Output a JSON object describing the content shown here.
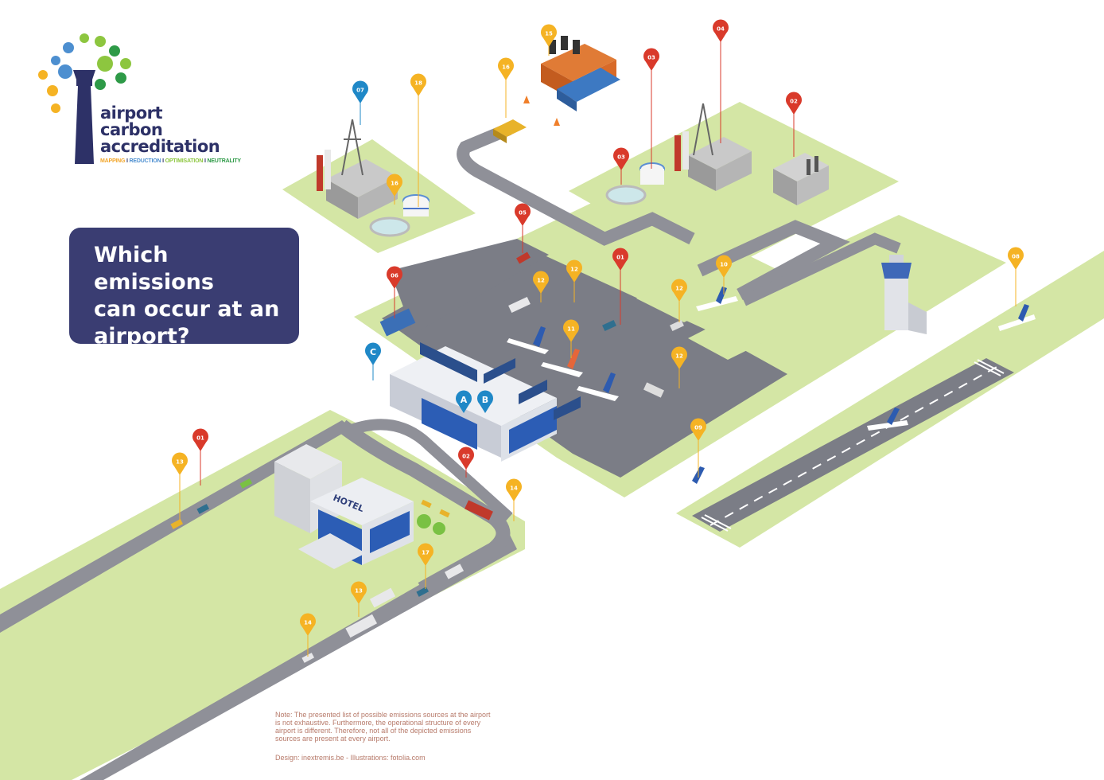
{
  "logo": {
    "line1": "airport",
    "line2": "carbon",
    "line3": "accreditation",
    "tagline": [
      {
        "text": "MAPPING",
        "color": "#f2a62b"
      },
      {
        "text": " I ",
        "color": "#2d3167"
      },
      {
        "text": "REDUCTION",
        "color": "#4d8fd0"
      },
      {
        "text": " I ",
        "color": "#2d3167"
      },
      {
        "text": "OPTIMISATION",
        "color": "#8dc63f"
      },
      {
        "text": " I ",
        "color": "#2d3167"
      },
      {
        "text": "NEUTRALITY",
        "color": "#2e9a47"
      }
    ]
  },
  "title_lines": [
    "Which emissions",
    "can occur at an",
    "airport?"
  ],
  "hotel_sign": "HOTEL",
  "note_text": "Note: The presented list of possible emissions sources at the airport is not exhaustive. Furthermore, the operational structure of every airport is different. Therefore, not all of the depicted emissions sources are present at every airport.",
  "credit_text": "Design: inextremis.be - Illustrations: fotolia.com",
  "colors": {
    "scope1_red": "#d93a2b",
    "scope2_blue": "#1f88c7",
    "scope3_orange": "#f5b324",
    "grass": "#d4e6a5",
    "tarmac": "#7b7d86",
    "road": "#8f9098",
    "title_bg": "#3a3d72"
  },
  "markers": [
    {
      "label": "15",
      "category": "scope3"
    },
    {
      "label": "16",
      "category": "scope3"
    },
    {
      "label": "03",
      "category": "scope1"
    },
    {
      "label": "04",
      "category": "scope1"
    },
    {
      "label": "07",
      "category": "scope2"
    },
    {
      "label": "18",
      "category": "scope3"
    },
    {
      "label": "16",
      "category": "scope3"
    },
    {
      "label": "03",
      "category": "scope1"
    },
    {
      "label": "02",
      "category": "scope1"
    },
    {
      "label": "05",
      "category": "scope1"
    },
    {
      "label": "01",
      "category": "scope1"
    },
    {
      "label": "12",
      "category": "scope3"
    },
    {
      "label": "12",
      "category": "scope3"
    },
    {
      "label": "10",
      "category": "scope3"
    },
    {
      "label": "12",
      "category": "scope3"
    },
    {
      "label": "08",
      "category": "scope3"
    },
    {
      "label": "06",
      "category": "scope1"
    },
    {
      "label": "11",
      "category": "scope3"
    },
    {
      "label": "12",
      "category": "scope3"
    },
    {
      "label": "C",
      "category": "scope2"
    },
    {
      "label": "A",
      "category": "scope2"
    },
    {
      "label": "B",
      "category": "scope2"
    },
    {
      "label": "02",
      "category": "scope1"
    },
    {
      "label": "09",
      "category": "scope3"
    },
    {
      "label": "01",
      "category": "scope1"
    },
    {
      "label": "13",
      "category": "scope3"
    },
    {
      "label": "14",
      "category": "scope3"
    },
    {
      "label": "17",
      "category": "scope3"
    },
    {
      "label": "13",
      "category": "scope3"
    },
    {
      "label": "14",
      "category": "scope3"
    }
  ]
}
